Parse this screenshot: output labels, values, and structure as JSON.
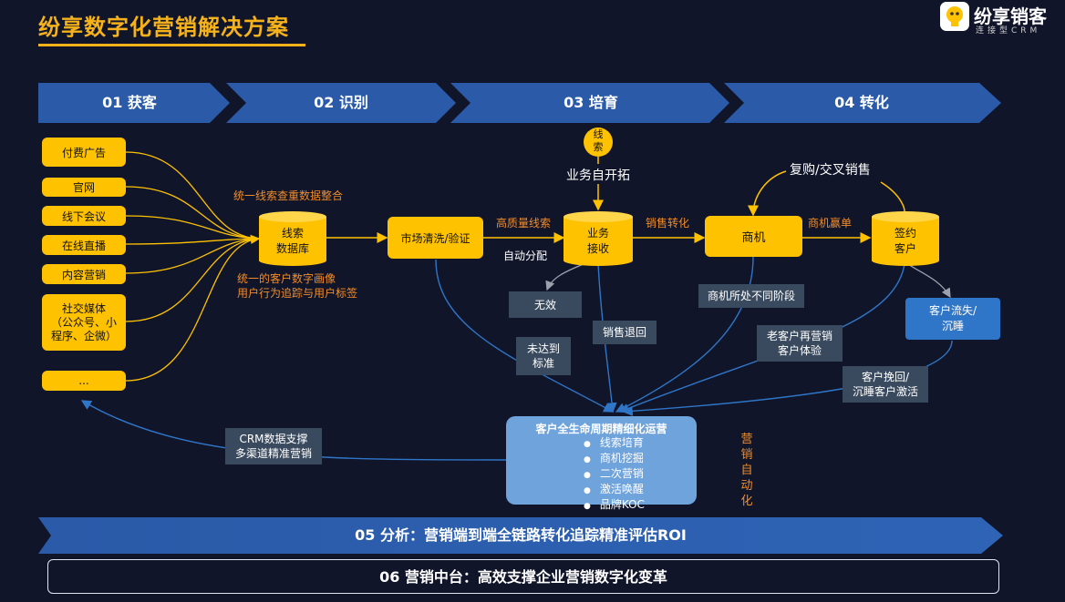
{
  "header": {
    "title": "纷享数字化营销解决方案",
    "logo_name": "纷享销客",
    "logo_sub": "连接型CRM"
  },
  "phases": [
    "01 获客",
    "02 识别",
    "03 培育",
    "04 转化"
  ],
  "channels": [
    "付费广告",
    "官网",
    "线下会议",
    "在线直播",
    "内容营销",
    "社交媒体\n（公众号、小\n程序、企微）",
    "..."
  ],
  "identify": {
    "top_label": "统一线索查重数据整合",
    "db_label": "线索\n数据库",
    "bottom_label": "统一的客户数字画像\n用户行为追踪与用户标签"
  },
  "nurture": {
    "clean": "市场清洗/验证",
    "high_quality": "高质量线索",
    "auto_assign": "自动分配",
    "clue_badge": "线\n索",
    "self_explore": "业务自开拓",
    "receive": "业务\n接收",
    "sales_convert": "销售转化",
    "invalid": "无效",
    "not_reach": "未达到\n标准",
    "sales_return": "销售退回"
  },
  "convert": {
    "opportunity": "商机",
    "win": "商机赢单",
    "signed": "签约\n客户",
    "repurchase": "复购/交叉销售",
    "stages": "商机所处不同阶段",
    "churn": "客户流失/\n沉睡",
    "old_customer": "老客户再营销\n客户体验",
    "recover": "客户挽回/\n沉睡客户激活"
  },
  "crm_support": "CRM数据支撑\n多渠道精准营销",
  "lifecycle": {
    "title": "客户全生命周期精细化运营",
    "items": [
      "线索培育",
      "商机挖掘",
      "二次营销",
      "激活唤醒",
      "品牌KOC"
    ]
  },
  "automation_vertical": "营销自动化",
  "bands": {
    "analysis": "05 分析：营销端到端全链路转化追踪精准评估ROI",
    "platform": "06 营销中台：高效支撑企业营销数字化变革"
  },
  "colors": {
    "accent_yellow": "#ffc200",
    "title_orange": "#f6b21a",
    "label_orange": "#f28c28",
    "phase_blue": "#2a5aa8",
    "flow_blue": "#2f76c8"
  }
}
